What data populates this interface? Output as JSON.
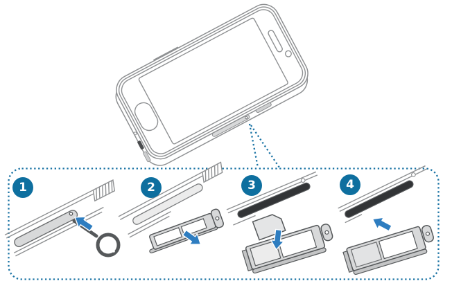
{
  "panel": {
    "steps": [
      {
        "number": "1",
        "icon": "ejection-pin-icon"
      },
      {
        "number": "2",
        "icon": "sim-tray-pull-out-icon"
      },
      {
        "number": "3",
        "icon": "sim-card-place-icon"
      },
      {
        "number": "4",
        "icon": "sim-tray-insert-icon"
      }
    ]
  },
  "colors": {
    "accent": "#1a73a4",
    "badge": "#0e6f9f",
    "arrow": "#2e7dc0",
    "phone-line": "#8e9092",
    "step-line": "#55585a"
  }
}
